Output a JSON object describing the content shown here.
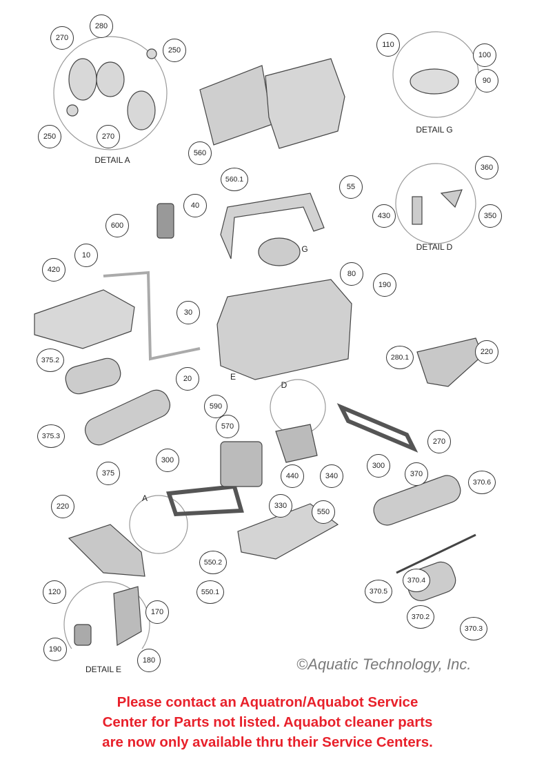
{
  "callouts": [
    "270",
    "280",
    "250",
    "250",
    "270",
    "560",
    "560.1",
    "110",
    "100",
    "90",
    "360",
    "430",
    "350",
    "600",
    "40",
    "55",
    "10",
    "420",
    "80",
    "190",
    "30",
    "375.2",
    "20",
    "220",
    "280.1",
    "375.3",
    "590",
    "570",
    "270",
    "300",
    "375",
    "300",
    "440",
    "340",
    "370",
    "370.6",
    "330",
    "220",
    "550",
    "550.2",
    "550.1",
    "370.4",
    "370.5",
    "120",
    "170",
    "370.2",
    "370.3",
    "190",
    "180"
  ],
  "details": {
    "a": "DETAIL A",
    "g": "DETAIL G",
    "d": "DETAIL D",
    "e": "DETAIL E"
  },
  "letters": {
    "g": "G",
    "e": "E",
    "d": "D",
    "a": "A"
  },
  "copyright": "©Aquatic Technology, Inc.",
  "notice": [
    "Please contact an Aquatron/Aquabot Service",
    "Center for Parts not listed. Aquabot cleaner parts",
    "are now only available thru their Service Centers."
  ],
  "colors": {
    "notice": "#e8212b",
    "copyright": "#7a7a7a"
  }
}
